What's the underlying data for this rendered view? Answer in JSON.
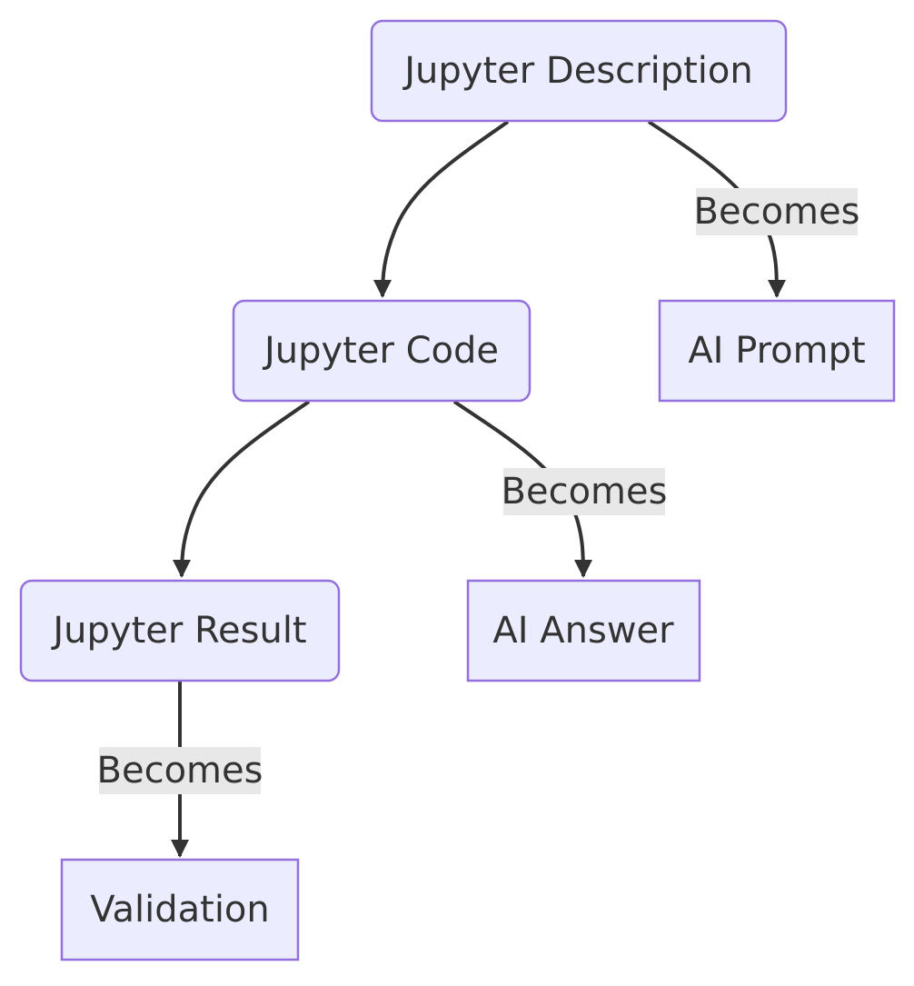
{
  "diagram": {
    "type": "flowchart",
    "direction": "top-down",
    "colors": {
      "node_fill": "#ECECFF",
      "node_stroke": "#9370DB",
      "edge": "#333333",
      "label_bg": "#E8E8E8",
      "text": "#333333"
    },
    "nodes": [
      {
        "id": "jupyter_description",
        "label": "Jupyter Description",
        "shape": "rounded"
      },
      {
        "id": "jupyter_code",
        "label": "Jupyter Code",
        "shape": "rounded"
      },
      {
        "id": "ai_prompt",
        "label": "AI Prompt",
        "shape": "rect"
      },
      {
        "id": "jupyter_result",
        "label": "Jupyter Result",
        "shape": "rounded"
      },
      {
        "id": "ai_answer",
        "label": "AI Answer",
        "shape": "rect"
      },
      {
        "id": "validation",
        "label": "Validation",
        "shape": "rect"
      }
    ],
    "edges": [
      {
        "from": "jupyter_description",
        "to": "jupyter_code",
        "label": ""
      },
      {
        "from": "jupyter_description",
        "to": "ai_prompt",
        "label": "Becomes"
      },
      {
        "from": "jupyter_code",
        "to": "jupyter_result",
        "label": ""
      },
      {
        "from": "jupyter_code",
        "to": "ai_answer",
        "label": "Becomes"
      },
      {
        "from": "jupyter_result",
        "to": "validation",
        "label": "Becomes"
      }
    ]
  }
}
